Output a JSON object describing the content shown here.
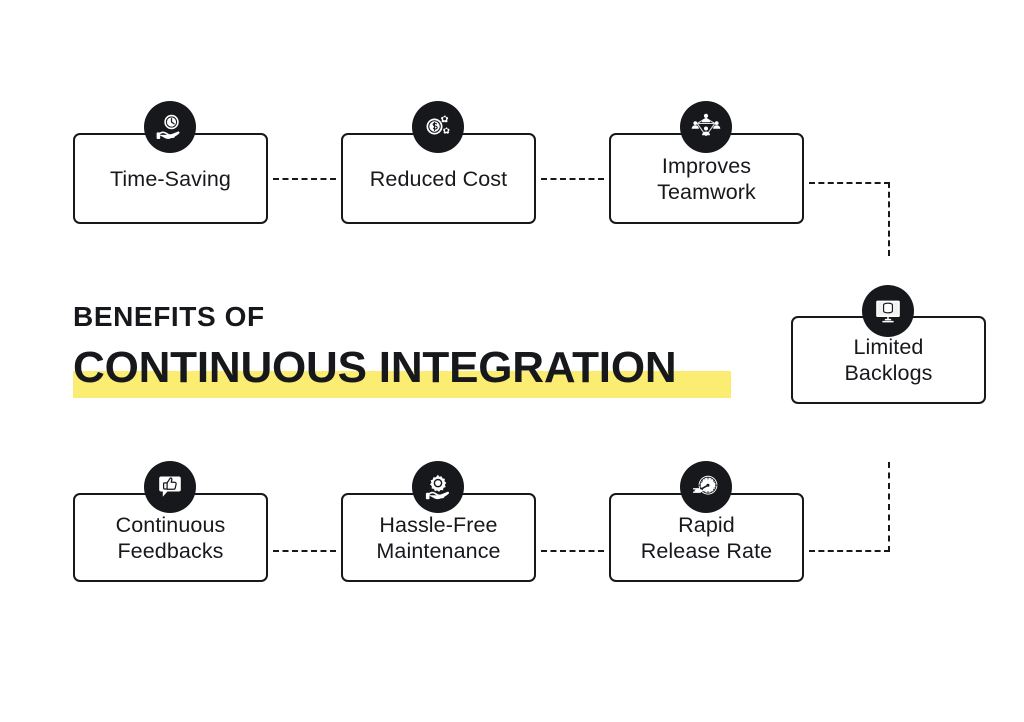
{
  "heading": {
    "line1": "BENEFITS OF",
    "line2": "CONTINUOUS INTEGRATION",
    "highlight_color": "#fbec72",
    "text_color": "#17181c"
  },
  "theme": {
    "background": "#ffffff",
    "ink": "#17181c",
    "accent": "#fbec72"
  },
  "cards": [
    {
      "id": "time-saving",
      "label": "Time-Saving",
      "icon": "clock-in-hand-icon"
    },
    {
      "id": "reduced-cost",
      "label": "Reduced Cost",
      "icon": "coin-gears-icon"
    },
    {
      "id": "improves-teamwork",
      "label": "Improves\nTeamwork",
      "icon": "team-network-icon"
    },
    {
      "id": "limited-backlogs",
      "label": "Limited\nBacklogs",
      "icon": "monitor-database-icon"
    },
    {
      "id": "continuous-feedbacks",
      "label": "Continuous\nFeedbacks",
      "icon": "thumbs-up-bubble-icon"
    },
    {
      "id": "hassle-free-maintenance",
      "label": "Hassle-Free\nMaintenance",
      "icon": "gear-in-hand-icon"
    },
    {
      "id": "rapid-release-rate",
      "label": "Rapid\nRelease Rate",
      "icon": "speedometer-icon"
    }
  ],
  "connectors": [
    {
      "id": "time-saving-to-reduced-cost",
      "type": "horizontal"
    },
    {
      "id": "reduced-cost-to-improves-teamwork",
      "type": "horizontal"
    },
    {
      "id": "improves-teamwork-to-limited-backlogs-h",
      "type": "horizontal"
    },
    {
      "id": "improves-teamwork-to-limited-backlogs-v",
      "type": "vertical"
    },
    {
      "id": "limited-backlogs-to-rapid-release-rate-v",
      "type": "vertical"
    },
    {
      "id": "limited-backlogs-to-rapid-release-rate-h",
      "type": "horizontal"
    },
    {
      "id": "continuous-feedbacks-to-hassle-free",
      "type": "horizontal"
    },
    {
      "id": "hassle-free-to-rapid-release-rate",
      "type": "horizontal"
    }
  ]
}
